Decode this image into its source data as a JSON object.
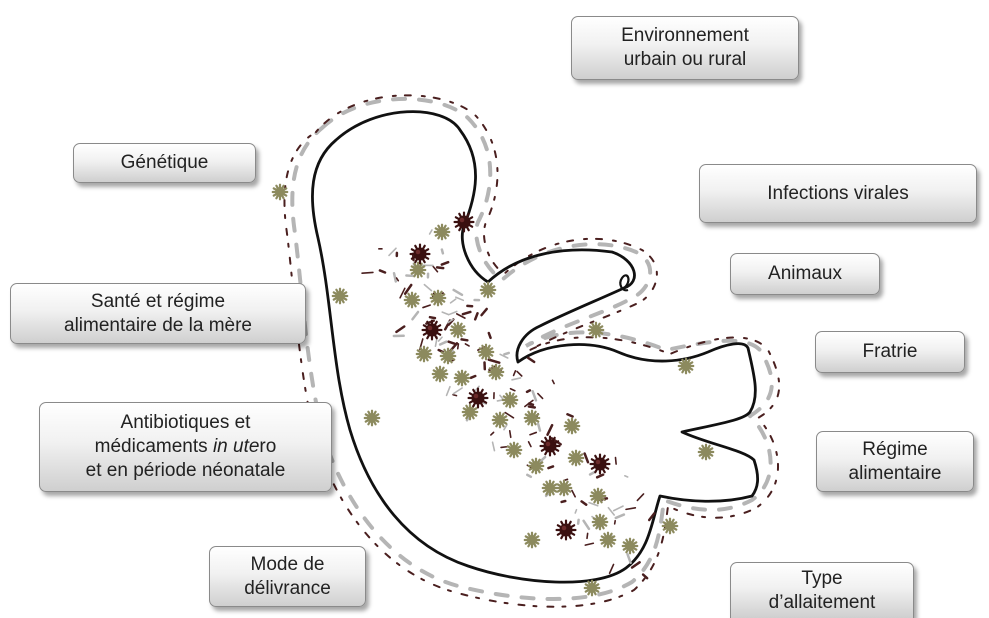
{
  "factors": {
    "environnement": {
      "line1": "Environnement",
      "line2": "urbain ou rural"
    },
    "genetique": {
      "line1": "Génétique"
    },
    "infections": {
      "line1": "Infections virales"
    },
    "animaux": {
      "line1": "Animaux"
    },
    "sante_mere": {
      "line1": "Santé et régime",
      "line2": "alimentaire de la mère"
    },
    "fratrie": {
      "line1": "Fratrie"
    },
    "antibiotiques": {
      "line1": "Antibiotiques et",
      "line2a": "médicaments ",
      "line2b": "in ute",
      "line2c": "ro",
      "line3": "et en période néonatale"
    },
    "regime": {
      "line1": "Régime",
      "line2": "alimentaire"
    },
    "mode": {
      "line1": "Mode de",
      "line2": "délivrance"
    },
    "allaitement": {
      "line1": "Type",
      "line2": "d’allaitement"
    }
  },
  "colors": {
    "fetus_outline": "#111111",
    "dash_gray": "#b5b5b5",
    "dash_dark": "#4a1f1f",
    "microbe_olive": "#8c8a5e",
    "microbe_dark": "#3a1010"
  },
  "microbes": [
    {
      "type": "olive"
    },
    {
      "type": "olive"
    },
    {
      "type": "olive"
    },
    {
      "type": "olive"
    },
    {
      "type": "olive"
    },
    {
      "type": "olive"
    },
    {
      "type": "olive"
    },
    {
      "type": "olive"
    },
    {
      "type": "olive"
    },
    {
      "type": "olive"
    },
    {
      "type": "olive"
    },
    {
      "type": "olive"
    },
    {
      "type": "olive"
    },
    {
      "type": "olive"
    },
    {
      "type": "olive"
    },
    {
      "type": "olive"
    },
    {
      "type": "olive"
    },
    {
      "type": "olive"
    },
    {
      "type": "olive"
    },
    {
      "type": "olive"
    },
    {
      "type": "olive"
    },
    {
      "type": "olive"
    },
    {
      "type": "olive"
    },
    {
      "type": "olive"
    },
    {
      "type": "olive"
    },
    {
      "type": "olive"
    },
    {
      "type": "olive"
    },
    {
      "type": "olive"
    },
    {
      "type": "olive"
    },
    {
      "type": "olive"
    },
    {
      "type": "olive"
    },
    {
      "type": "olive"
    },
    {
      "type": "olive"
    },
    {
      "type": "olive"
    },
    {
      "type": "olive"
    },
    {
      "type": "dark"
    },
    {
      "type": "dark"
    },
    {
      "type": "dark"
    },
    {
      "type": "dark"
    },
    {
      "type": "dark"
    },
    {
      "type": "dark"
    },
    {
      "type": "dark"
    }
  ]
}
